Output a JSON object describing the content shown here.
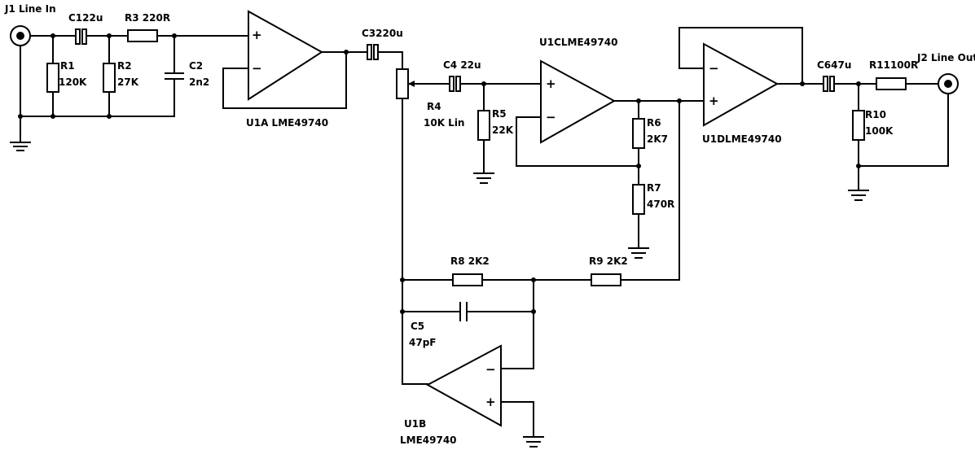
{
  "connectors": {
    "j1": "J1 Line In",
    "j2": "J2 Line Out"
  },
  "components": {
    "c1": "C122u",
    "r3": "R3 220R",
    "r1_ref": "R1",
    "r1_val": "120K",
    "r2_ref": "R2",
    "r2_val": "27K",
    "c2_ref": "C2",
    "c2_val": "2n2",
    "u1a": "U1A LME49740",
    "c3": "C3220u",
    "r4_ref": "R4",
    "r4_val": "10K Lin",
    "c4": "C4 22u",
    "r5_ref": "R5",
    "r5_val": "22K",
    "u1c": "U1CLME49740",
    "r6_ref": "R6",
    "r6_val": "2K7",
    "r7_ref": "R7",
    "r7_val": "470R",
    "u1d": "U1DLME49740",
    "c6": "C647u",
    "r11": "R11100R",
    "r10_ref": "R10",
    "r10_val": "100K",
    "r8": "R8 2K2",
    "r9": "R9 2K2",
    "c5_ref": "C5",
    "c5_val": "47pF",
    "u1b_ref": "U1B",
    "u1b_val": "LME49740"
  },
  "pins": {
    "plus": "+",
    "minus": "−"
  }
}
